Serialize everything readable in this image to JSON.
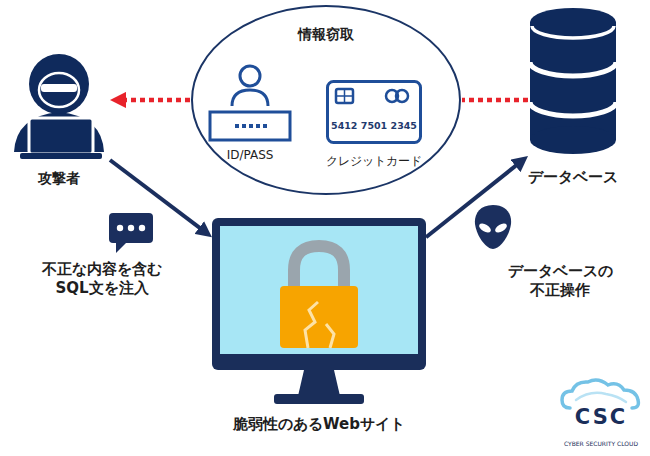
{
  "diagram": {
    "nodes": [
      {
        "text": [
          "攻撃者"
        ]
      },
      {
        "text": [
          "情報窃取"
        ]
      },
      {
        "text": [
          "ID/PASS"
        ],
        "in": 1
      },
      {
        "text": [
          "5412 7501 2345",
          "クレジットカード"
        ],
        "in": 1
      },
      {
        "text": [
          "データベース"
        ]
      },
      {
        "text": [
          "脆弱性のあるWebサイト"
        ]
      }
    ],
    "edges": [
      {
        "from": 0,
        "to": 5,
        "arrow": "to",
        "label": "不正な内容を含む SQL文を注入"
      },
      {
        "from": 5,
        "to": 4,
        "arrow": "to",
        "label": "データベースの 不正操作"
      },
      {
        "from": 4,
        "to": 1,
        "arrow": "none"
      },
      {
        "from": 1,
        "to": 0,
        "arrow": "to"
      }
    ],
    "labels": [
      "CSC",
      "CYBER SECURITY CLOUD"
    ]
  }
}
